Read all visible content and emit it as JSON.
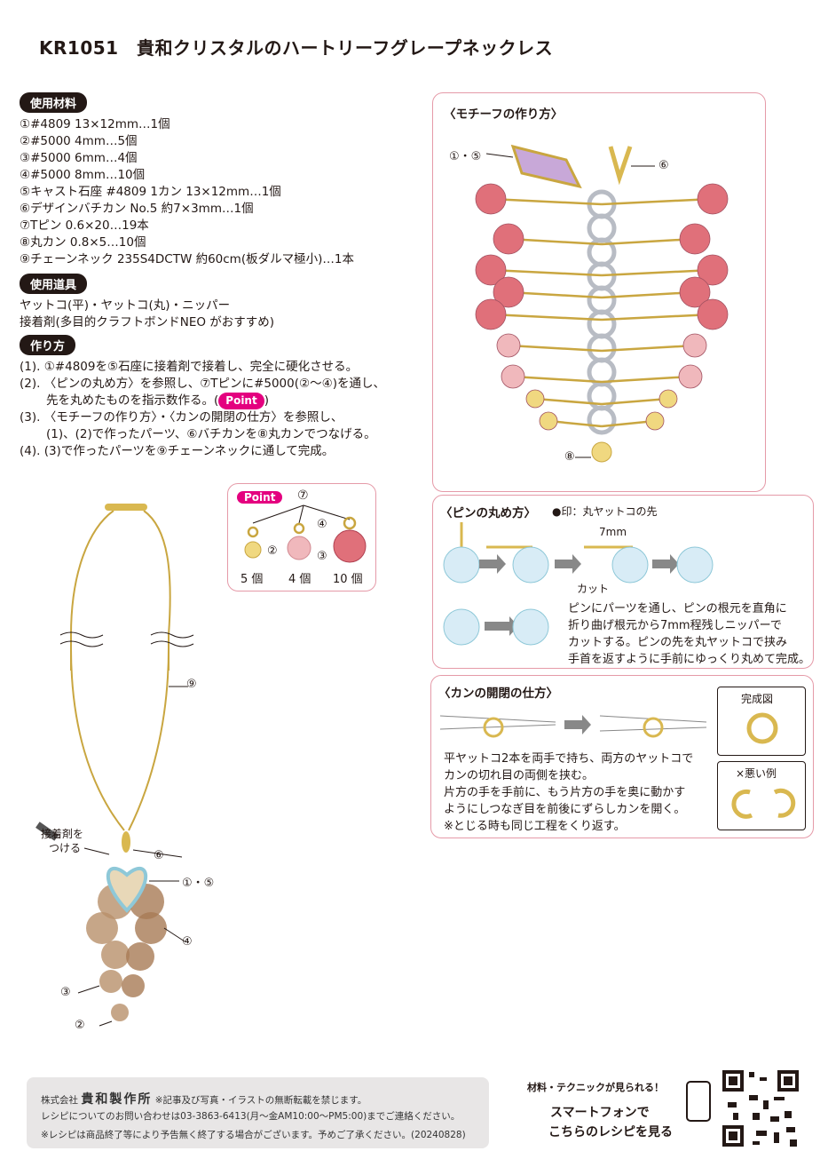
{
  "title": "KR1051　貴和クリスタルのハートリーフグレープネックレス",
  "materials": {
    "heading": "使用材料",
    "items": [
      "①#4809 13×12mm…1個",
      "②#5000 4mm…5個",
      "③#5000 6mm…4個",
      "④#5000 8mm…10個",
      "⑤キャスト石座 #4809 1カン 13×12mm…1個",
      "⑥デザインバチカン No.5 約7×3mm…1個",
      "⑦Tピン 0.6×20…19本",
      "⑧丸カン 0.8×5…10個",
      "⑨チェーンネック 235S4DCTW 約60cm(板ダルマ極小)…1本"
    ]
  },
  "tools": {
    "heading": "使用道具",
    "items": [
      "ヤットコ(平)・ヤットコ(丸)・ニッパー",
      "接着剤(多目的クラフトボンドNEO がおすすめ)"
    ]
  },
  "steps": {
    "heading": "作り方",
    "s1": "(1). ①#4809を⑤石座に接着剤で接着し、完全に硬化させる。",
    "s2a": "(2). 〈ピンの丸め方〉を参照し、⑦Tピンに#5000(②〜④)を通し、",
    "s2b": "先を丸めたものを指示数作る。(",
    "s2point": "Point",
    "s2c": ")",
    "s3a": "(3). 〈モチーフの作り方〉・〈カンの開閉の仕方〉を参照し、",
    "s3b": "(1)、(2)で作ったパーツ、⑥バチカンを⑧丸カンでつなげる。",
    "s4": "(4). (3)で作ったパーツを⑨チェーンネックに通して完成。"
  },
  "point": {
    "badge": "Point",
    "pin_label": "⑦",
    "labels": [
      "②",
      "③",
      "④"
    ],
    "counts": [
      "5 個",
      "4 個",
      "10 個"
    ]
  },
  "necklace": {
    "label_chain": "⑨",
    "glue_note_1": "接着剤を",
    "glue_note_2": "つける",
    "label_bail": "⑥",
    "label_heart": "①・⑤",
    "label_8mm": "④",
    "label_6mm": "③",
    "label_4mm": "②"
  },
  "motif": {
    "title": "〈モチーフの作り方〉",
    "label_15": "①・⑤",
    "label_6": "⑥",
    "label_8": "⑧"
  },
  "pin": {
    "title": "〈ピンの丸め方〉",
    "legend": "●印：丸ヤットコの先",
    "measure": "7mm",
    "cut": "カット",
    "desc": [
      "ピンにパーツを通し、ピンの根元を直角に",
      "折り曲げ根元から7mm程残しニッパーで",
      "カットする。ピンの先を丸ヤットコで挟み",
      "手首を返すように手前にゆっくり丸めて完成。"
    ]
  },
  "ring": {
    "title": "〈カンの開閉の仕方〉",
    "done": "完成図",
    "bad": "×悪い例",
    "desc": [
      "平ヤットコ2本を両手で持ち、両方のヤットコで",
      "カンの切れ目の両側を挟む。",
      "片方の手を手前に、もう片方の手を奥に動かす",
      "ようにしつなぎ目を前後にずらしカンを開く。",
      "※とじる時も同じ工程をくり返す。"
    ]
  },
  "footer": {
    "company_prefix": "株式会社",
    "company": "貴和製作所",
    "notice": "※記事及び写真・イラストの無断転載を禁じます。",
    "contact": "レシピについてのお問い合わせは03-3863-6413(月〜金AM10:00〜PM5:00)までご連絡ください。",
    "note": "※レシピは商品終了等により予告無く終了する場合がございます。予めご了承ください。(20240828)"
  },
  "smartphone": {
    "small": "材料・テクニックが見られる！",
    "line1": "スマートフォンで",
    "line2": "こちらのレシピを見る"
  },
  "colors": {
    "accent_pink": "#e4007f",
    "box_border": "#e59aa8",
    "bead_red": "#e0707a",
    "bead_pink": "#f0b8bc",
    "bead_yellow": "#f0d880",
    "gold": "#c9a640"
  }
}
